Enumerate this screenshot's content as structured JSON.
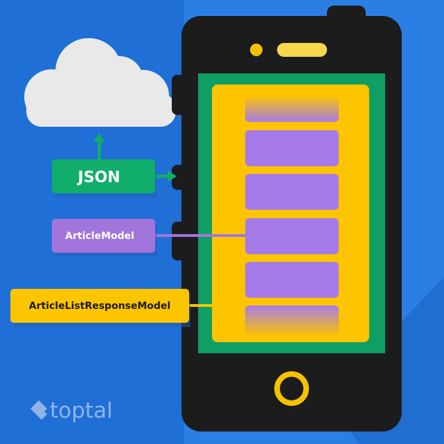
{
  "labels": {
    "json": "JSON",
    "article_model": "ArticleModel",
    "article_list_response_model": "ArticleListResponseModel"
  },
  "brand": {
    "name": "toptal"
  },
  "list_items_count_visible": 6,
  "colors": {
    "background": "#1f6fd6",
    "background_light": "#2b7fe4",
    "cloud": "#e9e9ea",
    "json_green": "#10ad6b",
    "article_purple": "#a275dc",
    "list_yellow": "#fdc400",
    "phone_body": "#1c1c1c",
    "screen_green": "#0f9e63",
    "list_item": "#a67be9",
    "home_ring": "#f6c200"
  },
  "icons": {
    "cloud": "cloud-icon",
    "phone": "smartphone-icon",
    "logo": "toptal-logo-icon",
    "arrow_up": "arrow-up-icon",
    "arrow_right": "arrow-right-icon"
  }
}
